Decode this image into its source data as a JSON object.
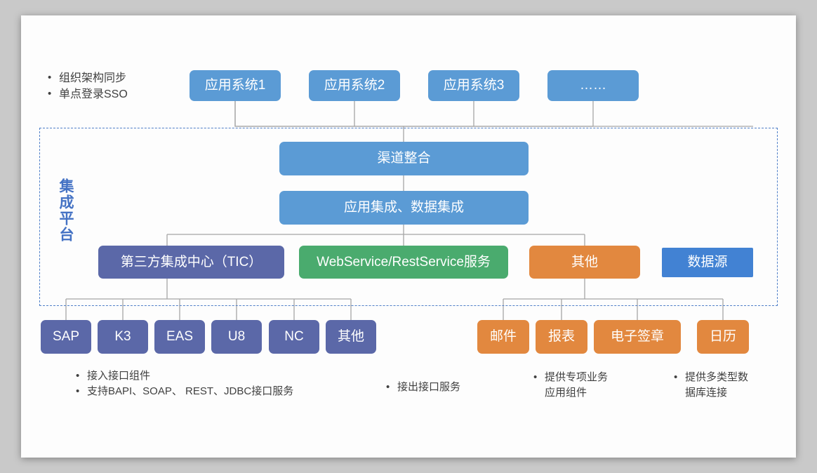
{
  "diagram": {
    "title_region": {
      "platform_label": "集成平台"
    },
    "top_notes": [
      "组织架构同步",
      "单点登录SSO"
    ],
    "app_systems": [
      {
        "label": "应用系统1"
      },
      {
        "label": "应用系统2"
      },
      {
        "label": "应用系统3"
      },
      {
        "label": "……"
      }
    ],
    "channel": {
      "label": "渠道整合"
    },
    "integration": {
      "label": "应用集成、数据集成"
    },
    "service_tier": [
      {
        "label": "第三方集成中心（TIC）",
        "color": "#5b68a8"
      },
      {
        "label": "WebService/RestService服务",
        "color": "#4aab6e"
      },
      {
        "label": "其他",
        "color": "#e2883f"
      },
      {
        "label": "数据源",
        "color": "#4282d3"
      }
    ],
    "tic_children": [
      {
        "label": "SAP"
      },
      {
        "label": "K3"
      },
      {
        "label": "EAS"
      },
      {
        "label": "U8"
      },
      {
        "label": "NC"
      },
      {
        "label": "其他"
      }
    ],
    "other_children": [
      {
        "label": "邮件"
      },
      {
        "label": "报表"
      },
      {
        "label": "电子签章"
      },
      {
        "label": "日历"
      }
    ],
    "captions": {
      "tic": [
        "接入接口组件",
        "支持BAPI、SOAP、 REST、JDBC接口服务"
      ],
      "webservice": [
        "接出接口服务"
      ],
      "other": [
        "提供专项业务\n应用组件"
      ],
      "datasource": [
        "提供多类型数\n据库连接"
      ]
    },
    "colors": {
      "light_blue": "#5b9bd5",
      "purple": "#5b68a8",
      "green": "#4aab6e",
      "orange": "#e2883f",
      "dark_blue": "#4282d3",
      "dashed_border": "#4f7fc8",
      "connector": "#a6a6a6",
      "text_dark": "#404040"
    }
  }
}
